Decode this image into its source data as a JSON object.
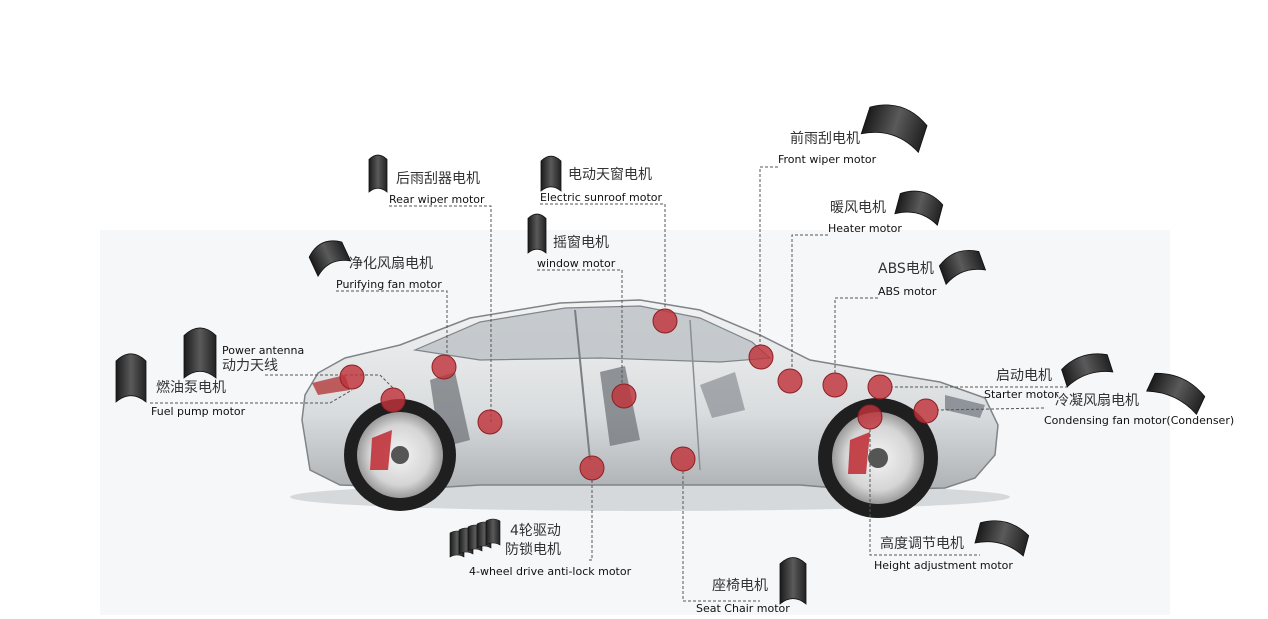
{
  "colors": {
    "marker": "#c0333a",
    "leader": "#555555",
    "magnet": "#2b2b2b",
    "car_glass": "#cfd3d6"
  },
  "motors": [
    {
      "key": "rear_wiper",
      "zh": "后雨刮器电机",
      "en": "Rear wiper motor",
      "icon": "arc-magnet-icon"
    },
    {
      "key": "sunroof",
      "zh": "电动天窗电机",
      "en": "Electric sunroof motor",
      "icon": "arc-magnet-icon"
    },
    {
      "key": "front_wiper",
      "zh": "前雨刮电机",
      "en": "Front wiper motor",
      "icon": "arc-magnet-icon"
    },
    {
      "key": "heater",
      "zh": "暖风电机",
      "en": "Heater motor",
      "icon": "arc-magnet-icon"
    },
    {
      "key": "window",
      "zh": "摇窗电机",
      "en": "window motor",
      "icon": "arc-magnet-icon"
    },
    {
      "key": "purifying_fan",
      "zh": "净化风扇电机",
      "en": "Purifying fan motor",
      "icon": "arc-magnet-icon"
    },
    {
      "key": "abs",
      "zh": "ABS电机",
      "en": "ABS motor",
      "icon": "arc-magnet-icon"
    },
    {
      "key": "antenna",
      "zh": "动力天线",
      "en": "Power antenna",
      "icon": "arc-magnet-icon"
    },
    {
      "key": "fuel_pump",
      "zh": "燃油泵电机",
      "en": "Fuel pump motor",
      "icon": "arc-magnet-icon"
    },
    {
      "key": "starter",
      "zh": "启动电机",
      "en": "Starter motor",
      "icon": "arc-magnet-icon"
    },
    {
      "key": "condensing_fan",
      "zh": "冷凝风扇电机",
      "en": "Condensing fan motor(Condenser)",
      "icon": "arc-magnet-icon"
    },
    {
      "key": "four_wd",
      "zh": [
        "4轮驱动",
        "防锁电机"
      ],
      "en": "4-wheel drive anti-lock motor",
      "icon": "arc-magnet-stack-icon"
    },
    {
      "key": "seat",
      "zh": "座椅电机",
      "en": "Seat Chair motor",
      "icon": "arc-magnet-icon"
    },
    {
      "key": "height",
      "zh": "高度调节电机",
      "en": "Height adjustment motor",
      "icon": "arc-magnet-icon"
    }
  ]
}
